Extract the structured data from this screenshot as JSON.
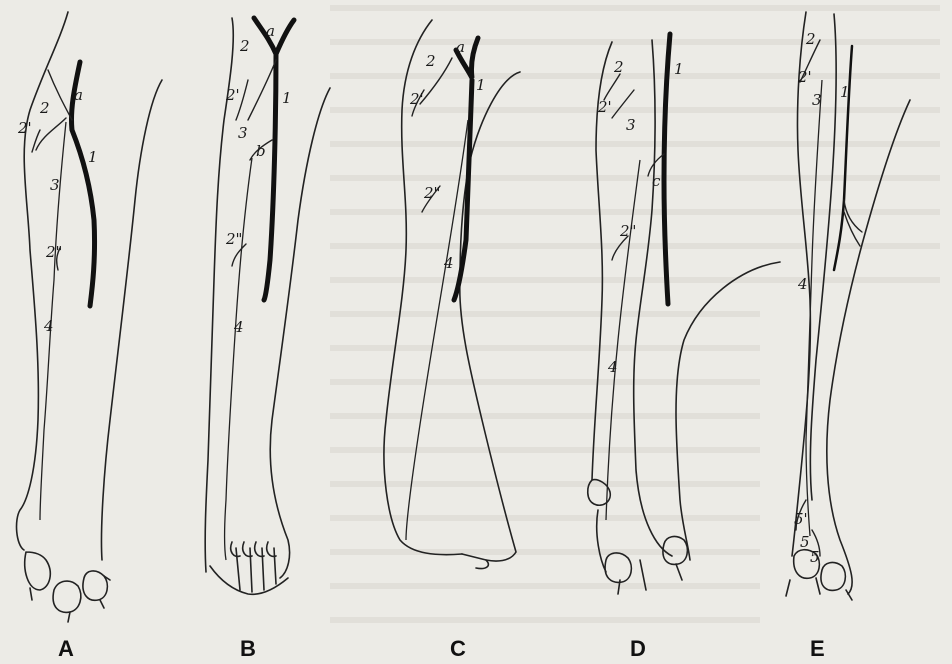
{
  "panels": [
    {
      "id": "A",
      "caption": "A",
      "labels": [
        "a",
        "2",
        "2'",
        "1",
        "3",
        "2\"",
        "4"
      ]
    },
    {
      "id": "B",
      "caption": "B",
      "labels": [
        "a",
        "2",
        "2'",
        "1",
        "3",
        "b",
        "2\"",
        "4"
      ]
    },
    {
      "id": "C",
      "caption": "C",
      "labels": [
        "a",
        "2",
        "2'",
        "1",
        "2\"",
        "4"
      ]
    },
    {
      "id": "D",
      "caption": "D",
      "labels": [
        "2",
        "2'",
        "1",
        "3",
        "c",
        "2\"",
        "4"
      ]
    },
    {
      "id": "E",
      "caption": "E",
      "labels": [
        "2",
        "2'",
        "3",
        "1",
        "4",
        "5'",
        "5",
        "5"
      ]
    }
  ],
  "colors": {
    "ink": "#111111",
    "paper": "#ecebe6"
  }
}
